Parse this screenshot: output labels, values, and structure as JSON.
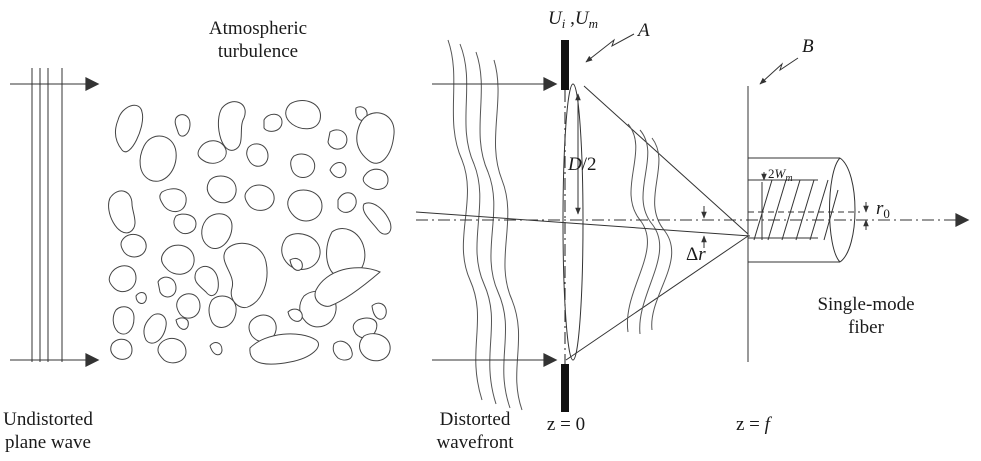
{
  "labels": {
    "undistorted": [
      "Undistorted",
      "plane wave"
    ],
    "turbulence": [
      "Atmospheric",
      "turbulence"
    ],
    "distorted": [
      "Distorted",
      "wavefront"
    ],
    "fiber": [
      "Single-mode",
      "fiber"
    ],
    "field_u": "U",
    "field_i_sub": "i",
    "field_sep": " ,",
    "field_m_sub": "m",
    "marker_a": "A",
    "marker_b": "B",
    "aperture_d": "D",
    "aperture_half": "/2",
    "mode_radius_pre": "2",
    "mode_radius_w": "W",
    "mode_radius_sub": "m",
    "offset_r0": "r",
    "offset_r0_sub": "0",
    "offset_delta": "Δ",
    "offset_r": "r",
    "z0_label": "z = 0",
    "zf_label": "z = ",
    "zf_f": "f"
  },
  "colors": {
    "ink": "#1a1a1a",
    "lines": "#333333",
    "aperture": "#111111"
  }
}
